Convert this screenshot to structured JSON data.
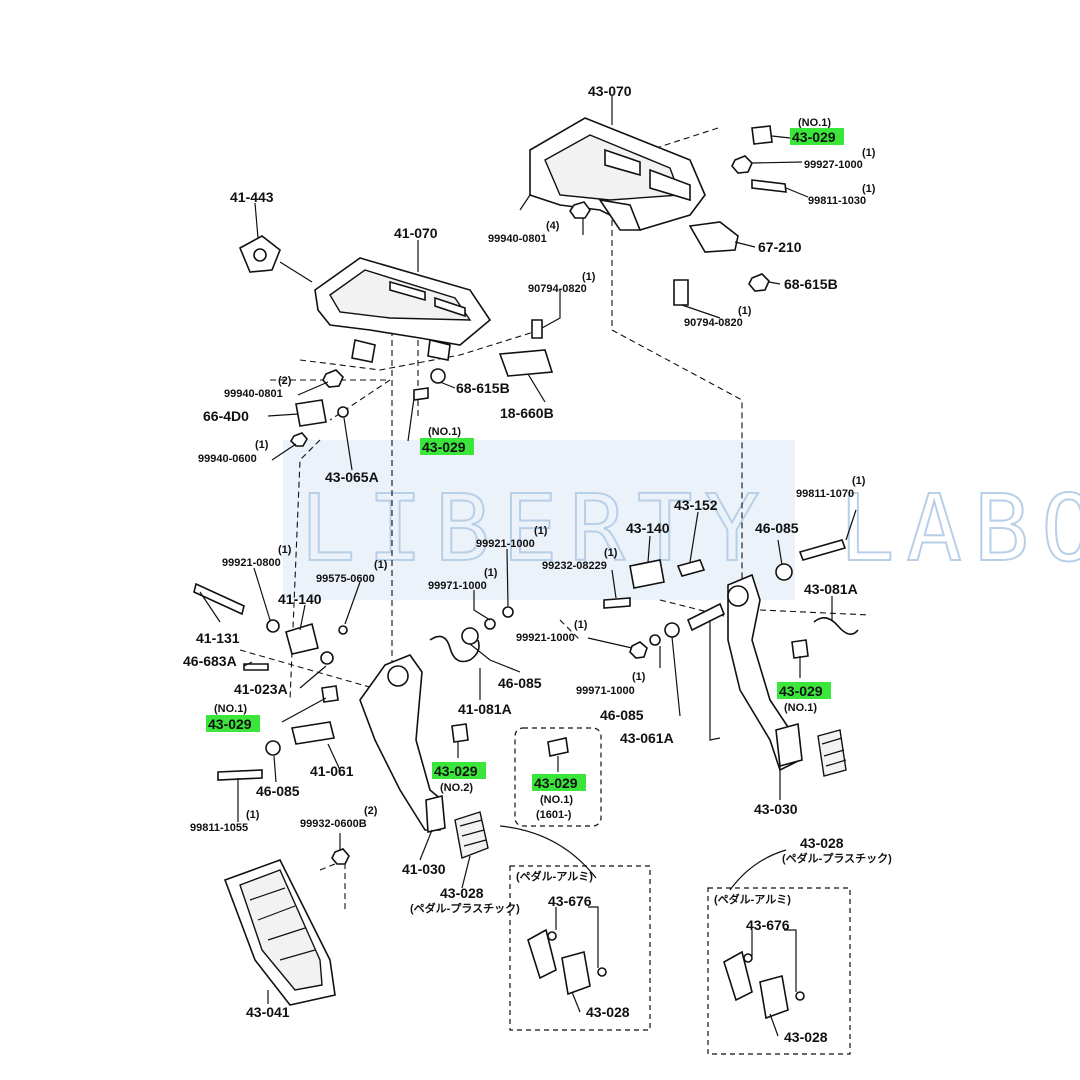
{
  "watermark": "LIBERTY LABO",
  "colors": {
    "highlight": "#39e639",
    "ink": "#111111",
    "watermark": "#dce8f6"
  },
  "labels": {
    "p43070": "43-070",
    "p43029_top_no": "(NO.1)",
    "p43029_top": "43-029",
    "p99927_qty": "(1)",
    "p99927": "99927-1000",
    "p99811_1030_qty": "(1)",
    "p99811_1030": "99811-1030",
    "p99940_0801_top_qty": "(4)",
    "p99940_0801_top": "99940-0801",
    "p67210": "67-210",
    "p68615b_top": "68-615B",
    "p90794_top_qty": "(1)",
    "p90794_top": "90794-0820",
    "p41443": "41-443",
    "p41070": "41-070",
    "p90794_mid_qty": "(1)",
    "p90794_mid": "90794-0820",
    "p99940_0801_left_qty": "(2)",
    "p99940_0801_left": "99940-0801",
    "p68615b_mid": "68-615B",
    "p18660b": "18-660B",
    "p664d0": "66-4D0",
    "p43029_mid_no": "(NO.1)",
    "p43029_mid": "43-029",
    "p99940_0600_qty": "(1)",
    "p99940_0600": "99940-0600",
    "p43065a": "43-065A",
    "p99811_1070_qty": "(1)",
    "p99811_1070": "99811-1070",
    "p43152": "43-152",
    "p43140_right": "43-140",
    "p46085_right": "46-085",
    "p99921_1000_top_qty": "(1)",
    "p99921_1000_top": "99921-1000",
    "p99232_qty": "(1)",
    "p99232": "99232-08229",
    "p43081a_right": "43-081A",
    "p99921_0800_qty": "(1)",
    "p99921_0800": "99921-0800",
    "p99575_qty": "(1)",
    "p99575": "99575-0600",
    "p99971_1000_top_qty": "(1)",
    "p99971_1000_top": "99971-1000",
    "p41140": "41-140",
    "p41131": "41-131",
    "p99921_1000_mid_qty": "(1)",
    "p99921_1000_mid": "99921-1000",
    "p46683a": "46-683A",
    "p46085_mid": "46-085",
    "p99971_1000_mid_qty": "(1)",
    "p99971_1000_mid": "99971-1000",
    "p43029_right": "43-029",
    "p43029_right_no": "(NO.1)",
    "p41023a": "41-023A",
    "p43029_left_no": "(NO.1)",
    "p43029_left": "43-029",
    "p41081a": "41-081A",
    "p46085_lower": "46-085",
    "p43061a": "43-061A",
    "p41061": "41-061",
    "p46085_left": "46-085",
    "p43029_no2": "43-029",
    "p43029_no2_no": "(NO.2)",
    "p43029_box": "43-029",
    "p43029_box_no": "(NO.1)",
    "p43029_box_serial": "(1601-)",
    "p43030_right": "43-030",
    "p99811_1055_qty": "(1)",
    "p99811_1055": "99811-1055",
    "p99932_qty": "(2)",
    "p99932": "99932-0600B",
    "p43028_right": "43-028",
    "p43028_right_sub": "(ペダル-プラスチック)",
    "p41030": "41-030",
    "p43028_mid": "43-028",
    "p43028_mid_sub": "(ペダル-プラスチック)",
    "box_left_title": "(ペダル-アルミ)",
    "box_left_p43676": "43-676",
    "box_left_p43028": "43-028",
    "box_right_title": "(ペダル-アルミ)",
    "box_right_p43676": "43-676",
    "box_right_p43028": "43-028",
    "p43041": "43-041"
  }
}
